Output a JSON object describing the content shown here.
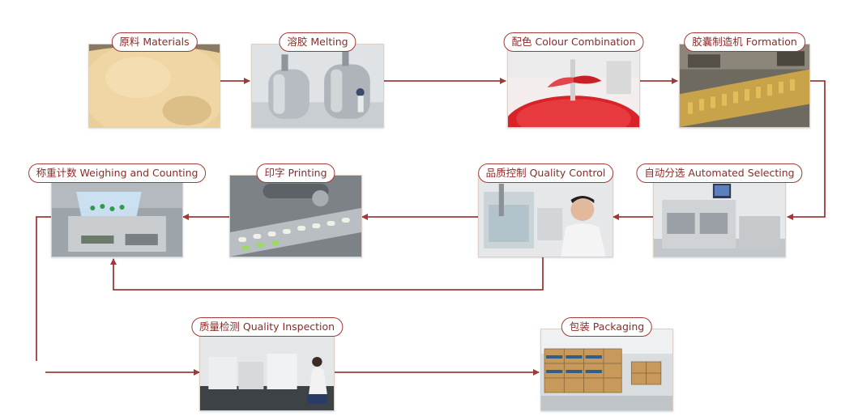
{
  "steps": [
    {
      "id": "materials",
      "label": "原料 Materials"
    },
    {
      "id": "melting",
      "label": "溶胶 Melting"
    },
    {
      "id": "colour",
      "label": "配色 Colour Combination"
    },
    {
      "id": "formation",
      "label": "胶囊制造机 Formation"
    },
    {
      "id": "automated-selecting",
      "label": "自动分选 Automated Selecting"
    },
    {
      "id": "quality-control",
      "label": "品质控制 Quality Control"
    },
    {
      "id": "printing",
      "label": "印字 Printing"
    },
    {
      "id": "weighing",
      "label": "称重计数 Weighing and Counting"
    },
    {
      "id": "quality-inspection",
      "label": "质量检测 Quality Inspection"
    },
    {
      "id": "packaging",
      "label": "包装 Packaging"
    }
  ],
  "colors": {
    "accent": "#a33a36",
    "arrow": "#9e3b38",
    "label_text": "#8e2a27"
  }
}
